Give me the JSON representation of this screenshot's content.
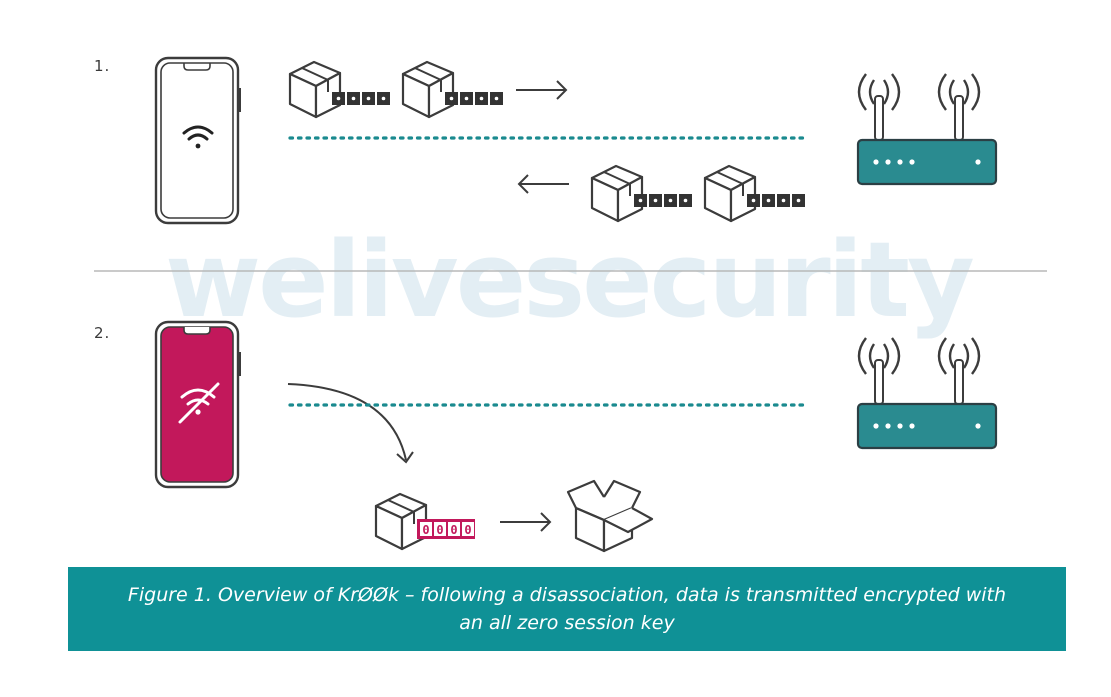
{
  "watermark": "welivesecurity",
  "steps": {
    "one": {
      "label": "1."
    },
    "two": {
      "label": "2."
    }
  },
  "key_digits": {
    "step2_zero_key": "0000"
  },
  "caption": "Figure 1. Overview of KrØØk – following a disassociation, data is transmitted encrypted with an all zero session key",
  "colors": {
    "teal": "#1a8a8f",
    "router": "#2a8b90",
    "magenta": "#c2185b",
    "outline": "#3c3c3c",
    "caption_bg": "#0f9196"
  },
  "icons": [
    "phone-icon",
    "wifi-icon",
    "wifi-off-icon",
    "package-icon",
    "open-box-icon",
    "router-icon",
    "antenna-signal-icon",
    "arrow-right-icon",
    "arrow-left-icon",
    "curved-arrow-icon"
  ]
}
